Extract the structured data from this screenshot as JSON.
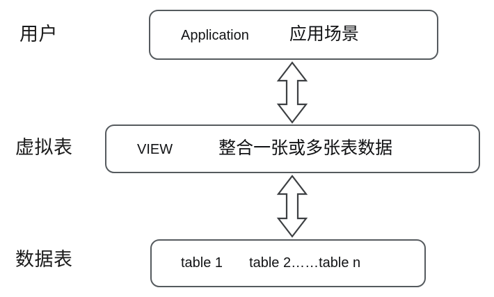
{
  "diagram": {
    "title": "VIEW layered architecture diagram",
    "background_color": "#ffffff",
    "box_border_color": "#555a5e",
    "text_color": "#111214",
    "arrow_stroke_color": "#3c3f42",
    "arrow_fill_color": "#ffffff"
  },
  "tiers": [
    {
      "label": "用户",
      "name": "user-tier"
    },
    {
      "label": "虚拟表",
      "name": "virtual-table-tier"
    },
    {
      "label": "数据表",
      "name": "data-table-tier"
    }
  ],
  "boxes": {
    "application": {
      "primary": "Application",
      "secondary": "应用场景"
    },
    "view": {
      "primary": "VIEW",
      "secondary": "整合一张或多张表数据"
    },
    "tables": {
      "primary": "table 1",
      "secondary": "table 2……table n"
    }
  },
  "connectors": [
    {
      "name": "application-to-view",
      "type": "double-headed-arrow",
      "direction": "vertical",
      "from": "application",
      "to": "view"
    },
    {
      "name": "view-to-tables",
      "type": "double-headed-arrow",
      "direction": "vertical",
      "from": "view",
      "to": "tables"
    }
  ]
}
